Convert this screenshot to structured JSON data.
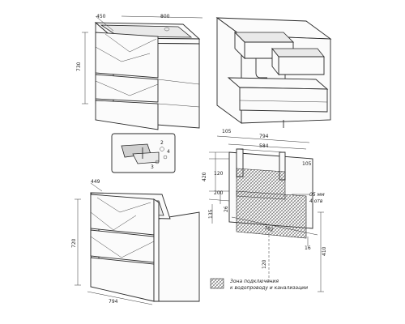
{
  "top_view": {
    "depth": "450",
    "width": "800",
    "height": "730"
  },
  "bottom_view": {
    "depth": "449",
    "width": "794",
    "height": "720"
  },
  "drawing": {
    "top_width": "794",
    "inner_width": "584",
    "left_offset": "105",
    "right_offset": "105",
    "left_120": "120",
    "height_420": "420",
    "height_200": "200",
    "height_135": "135",
    "left_26": "26",
    "zone_width": "762",
    "right_16": "16",
    "bottom_120": "120",
    "right_410": "410",
    "annot_line1": "05 мм",
    "annot_line2": "4 отв",
    "bolt_label_1": "2",
    "bolt_label_2": "4",
    "bolt_label_3": "3"
  },
  "legend": {
    "line1": "Зона подключения",
    "line2": "к водопроводу и канализации"
  },
  "colors": {
    "ink": "#2a2a2a",
    "hatch": "#555555",
    "paper": "#ffffff"
  }
}
